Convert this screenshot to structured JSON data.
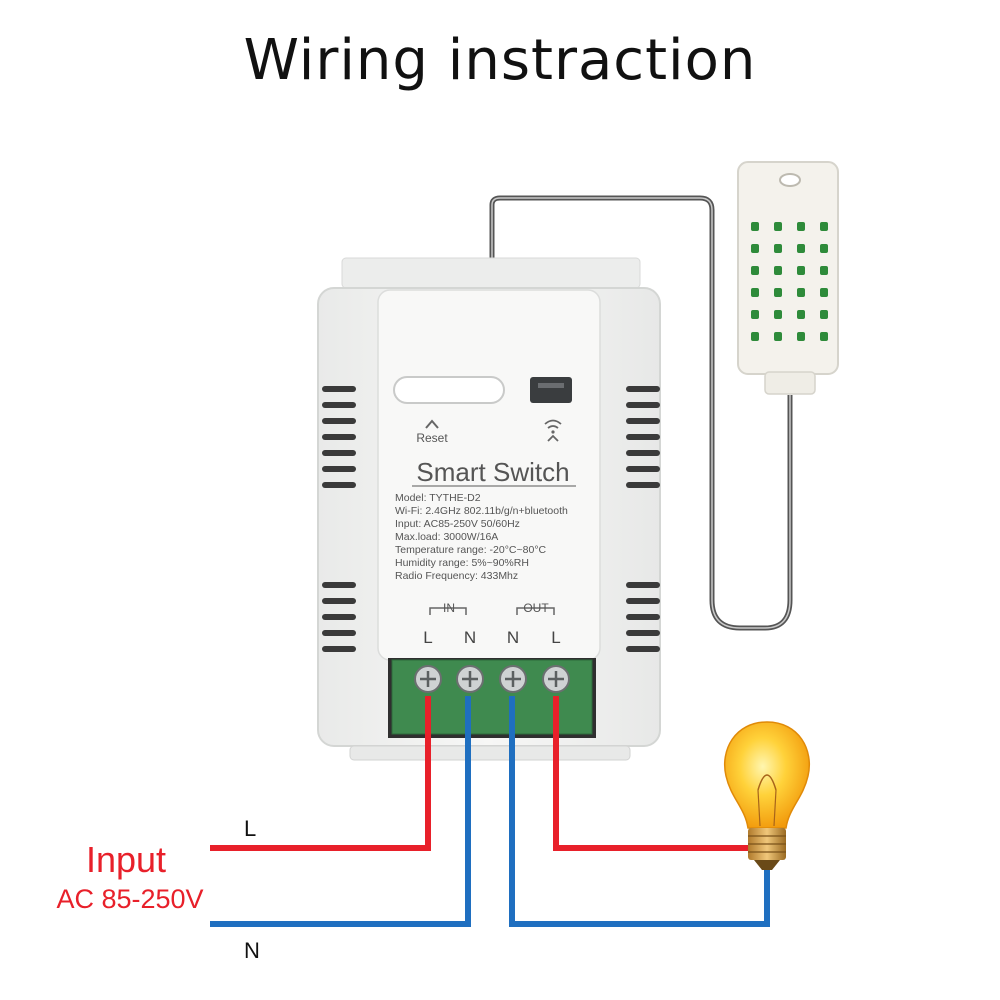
{
  "title": "Wiring instraction",
  "device": {
    "reset_label": "Reset",
    "name": "Smart Switch",
    "specs": [
      "Model: TYTHE-D2",
      "Wi-Fi: 2.4GHz 802.11b/g/n+bluetooth",
      "Input: AC85-250V 50/60Hz",
      "Max.load: 3000W/16A",
      "Temperature range: -20°C~80°C",
      "Humidity range: 5%~90%RH",
      "Radio Frequency: 433Mhz"
    ],
    "in_label": "IN",
    "out_label": "OUT",
    "terminals": [
      "L",
      "N",
      "N",
      "L"
    ]
  },
  "wiring": {
    "live_label": "L",
    "neutral_label": "N",
    "input_label": "Input",
    "voltage_label": "AC 85-250V"
  },
  "colors": {
    "live": "#e8202a",
    "neutral": "#1f6fc0",
    "label_red": "#e8202a",
    "device_body": "#f2f3f2",
    "terminal_block": "#3f8a4f"
  },
  "icons": {
    "reset": "caret-up-icon",
    "wifi": "wifi-icon",
    "bulb": "light-bulb-icon",
    "sensor": "temperature-humidity-sensor-icon"
  }
}
